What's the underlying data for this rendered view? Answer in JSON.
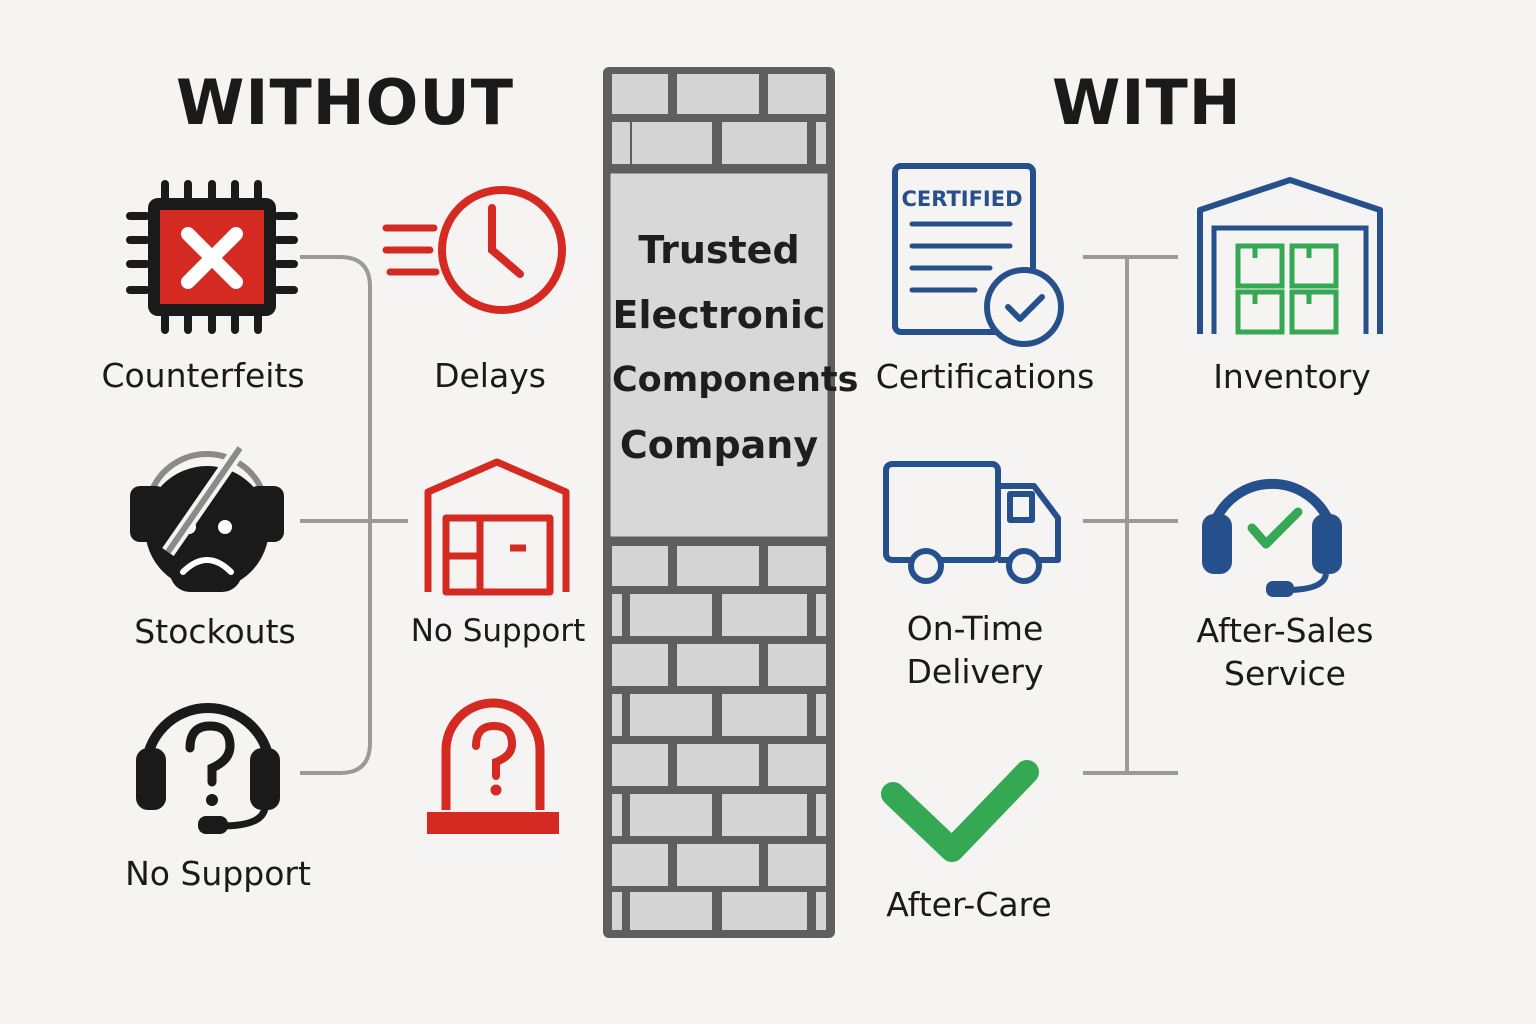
{
  "headings": {
    "without": "WITHOUT",
    "with": "WITH"
  },
  "center": {
    "lines": [
      "Trusted",
      "Electronic",
      "Components",
      "Company"
    ]
  },
  "without_items": [
    {
      "label": [
        "Counterfeits"
      ],
      "icon": "counterfeit-chip-icon"
    },
    {
      "label": [
        "Delays"
      ],
      "icon": "clock-speed-icon"
    },
    {
      "label": [
        "Stockouts"
      ],
      "icon": "headset-sad-icon"
    },
    {
      "label": [
        "No Support"
      ],
      "icon": "empty-warehouse-icon"
    },
    {
      "label": [
        "No Support"
      ],
      "icon": "headset-question-icon"
    },
    {
      "label": [],
      "icon": "alarm-question-icon"
    }
  ],
  "with_items": [
    {
      "label": [
        "Certifications"
      ],
      "icon": "certificate-icon",
      "badge": "CERTIFIED"
    },
    {
      "label": [
        "Inventory"
      ],
      "icon": "stocked-warehouse-icon"
    },
    {
      "label": [
        "On-Time",
        "Delivery"
      ],
      "icon": "delivery-truck-icon"
    },
    {
      "label": [
        "After-Sales",
        "Service"
      ],
      "icon": "headset-check-icon"
    },
    {
      "label": [
        "After-Care"
      ],
      "icon": "checkmark-icon"
    }
  ],
  "colors": {
    "red": "#d42a22",
    "blue": "#25508c",
    "green": "#34a853",
    "dark": "#1a1a1a",
    "connector": "#9a9a9a",
    "brick": "#d4d4d4",
    "mortar": "#5e5e5e"
  }
}
